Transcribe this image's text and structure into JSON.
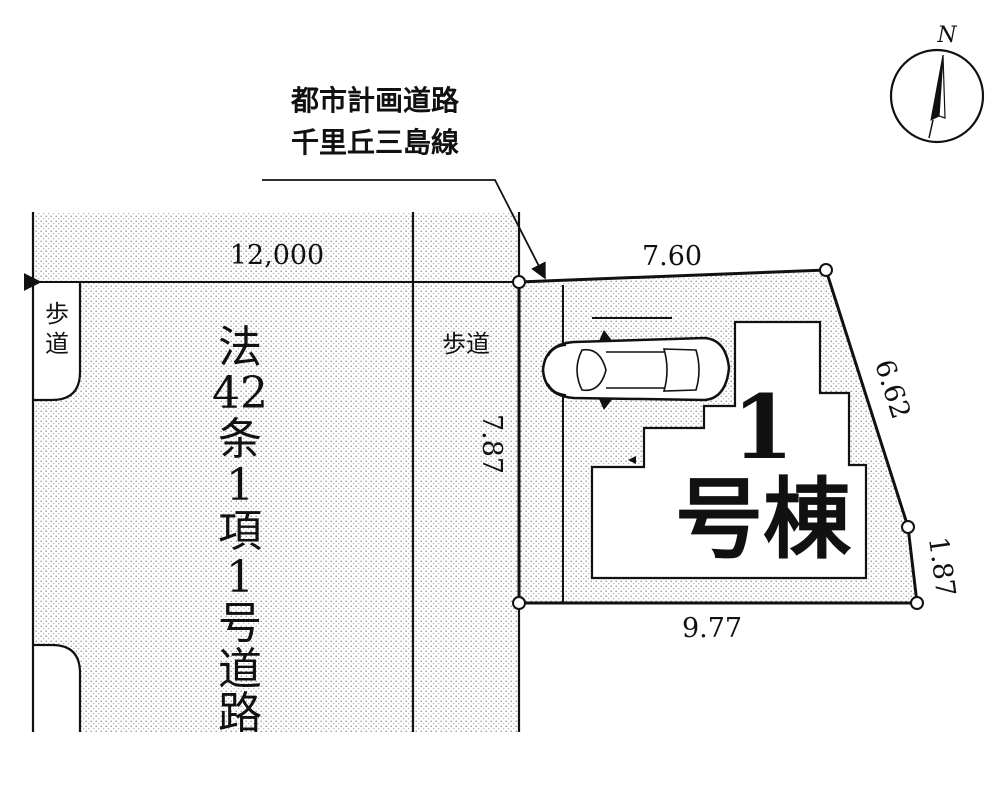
{
  "road_name": {
    "line1": "都市計画道路",
    "line2": "千里丘三島線"
  },
  "compass": {
    "north_label": "N"
  },
  "road": {
    "width_label": "12,000",
    "designation_chars": [
      "法",
      "42",
      "条",
      "1",
      "項",
      "1",
      "号",
      "道",
      "路"
    ]
  },
  "sidewalk": {
    "left_label_chars": [
      "歩",
      "道"
    ],
    "right_label": "歩道"
  },
  "lot": {
    "dim_top": "7.60",
    "dim_left": "7.87",
    "dim_diag": "6.62",
    "dim_short": "1.87",
    "dim_bottom": "9.77"
  },
  "building": {
    "number": "1",
    "name": "号棟"
  },
  "colors": {
    "line": "#111111",
    "stipple": "#9a9a9a",
    "background": "#ffffff"
  }
}
